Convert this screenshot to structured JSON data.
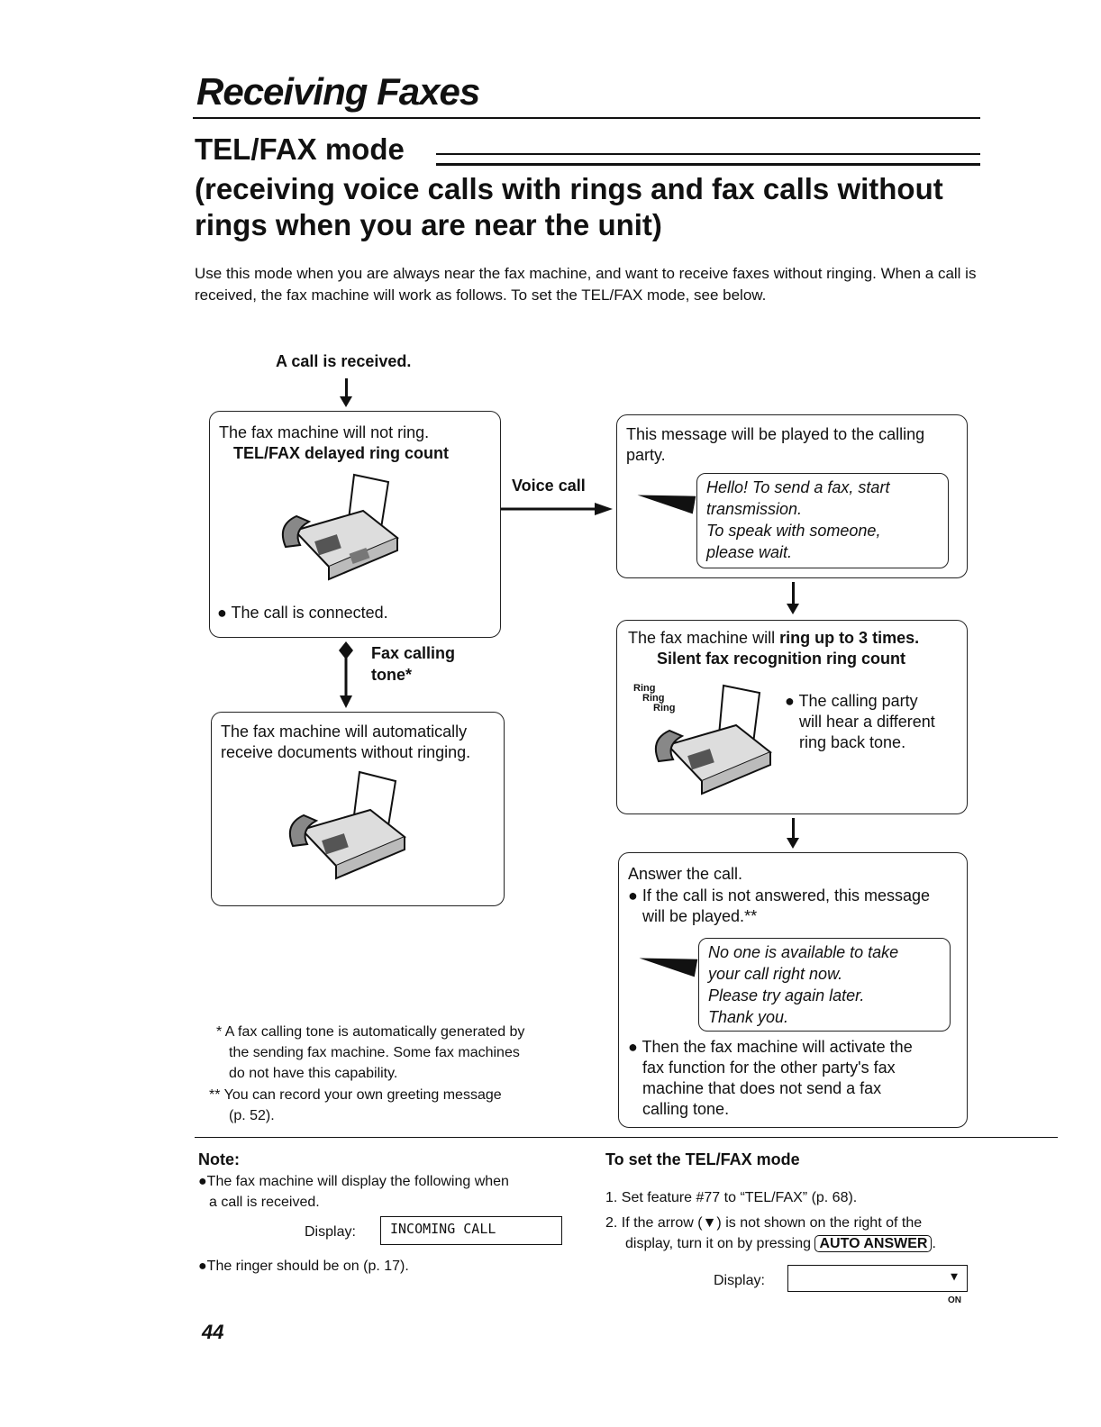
{
  "header": {
    "page_title": "Receiving Faxes",
    "section_title": "TEL/FAX mode",
    "subtitle": "(receiving voice calls with rings and fax calls without rings when you are near the unit)"
  },
  "intro": "Use this mode when you are always near the fax machine, and want to receive faxes without ringing. When a call is received, the fax machine will work as follows. To set the TEL/FAX mode, see below.",
  "flow": {
    "start": "A call is received.",
    "box1": {
      "line1": "The fax machine will not ring.",
      "line2": "TEL/FAX delayed ring count",
      "bullet": "● The call is connected."
    },
    "voice_call": "Voice call",
    "fax_tone_1": "Fax calling",
    "fax_tone_2": "tone*",
    "box2": {
      "text": "The fax machine will automatically receive documents without ringing."
    },
    "box3": {
      "text": "This message will be played to the calling party.",
      "msg": [
        "Hello! To send a fax, start",
        "transmission.",
        "To speak with someone,",
        "please wait."
      ]
    },
    "box4": {
      "line1_a": "The fax machine will ",
      "line1_b": "ring up to 3 times.",
      "line2": "Silent fax recognition ring count",
      "ring_words": [
        "Ring",
        "Ring",
        "Ring"
      ],
      "bullet": [
        "● The calling party",
        "will hear a different",
        "ring back tone."
      ]
    },
    "box5": {
      "line1": "Answer the call.",
      "bullet1": [
        "● If the call is not answered, this message",
        "will be played.**"
      ],
      "msg": [
        "No one is available to take",
        "your call right now.",
        "Please try again later.",
        "Thank you."
      ],
      "bullet2": [
        "● Then the fax machine will activate the",
        "fax function for the other party's fax",
        "machine that does not send a fax",
        "calling tone."
      ]
    }
  },
  "footnotes": [
    [
      "* A fax calling tone is automatically generated by",
      "the sending fax machine. Some fax machines",
      "do not have this capability."
    ],
    [
      "** You can record your own greeting message",
      "(p. 52)."
    ]
  ],
  "note": {
    "heading": "Note:",
    "item1": [
      "●The fax machine will display the following when",
      "a call is received."
    ],
    "display_label": "Display:",
    "display_value": "INCOMING CALL",
    "item2": "●The ringer should be on (p. 17)."
  },
  "set_mode": {
    "heading": "To set the TEL/FAX mode",
    "step1": "1. Set feature #77 to “TEL/FAX” (p. 68).",
    "step2_a": "2. If the arrow (▼) is not shown on the right of the",
    "step2_b": "display, turn it on by pressing",
    "key": "AUTO ANSWER",
    "display_label": "Display:",
    "display_arrow": "▼",
    "on_label": "ON"
  },
  "page_number": "44"
}
